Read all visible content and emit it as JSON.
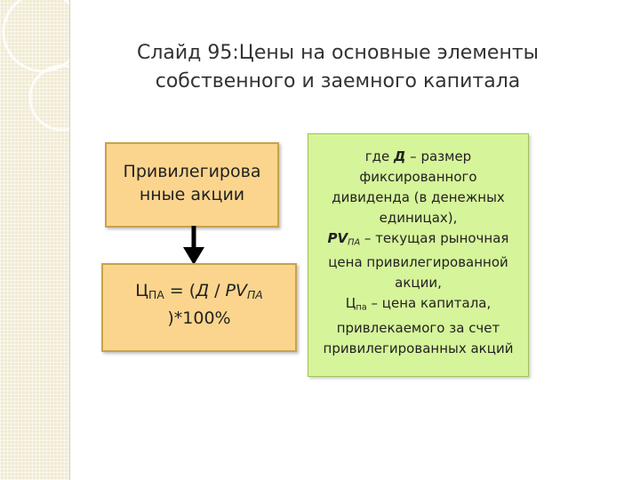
{
  "slide": {
    "title_line1": "Слайд 95:Цены на основные элементы",
    "title_line2": "собственного и заемного капитала"
  },
  "box_top": {
    "line1": "Привилегирова",
    "line2": "нные акции"
  },
  "formula": {
    "lhs": "Ц",
    "lhs_sub": "ПА",
    "eq": " = (",
    "d": "Д",
    "slash": " / ",
    "pv": "PV",
    "pv_sub": "ПА",
    "tail": ")*100%"
  },
  "legend": {
    "l1_pre": "где ",
    "l1_sym": "Д",
    "l1_post": " – размер",
    "l2": "фиксированного",
    "l3": "дивиденда (в денежных",
    "l4": "единицах),",
    "l5_sym": "PV",
    "l5_sub": "ПА",
    "l5_post": " – текущая рыночная",
    "l6": "цена привилегированной",
    "l7": "акции,",
    "l8_sym": "Ц",
    "l8_sub": "па",
    "l8_post": " – цена капитала,",
    "l9": "привлекаемого за счет",
    "l10": "привилегированных акций"
  },
  "colors": {
    "box_fill": "#fbd58e",
    "legend_fill": "#d6f49a",
    "strip": "#f1ead2"
  }
}
